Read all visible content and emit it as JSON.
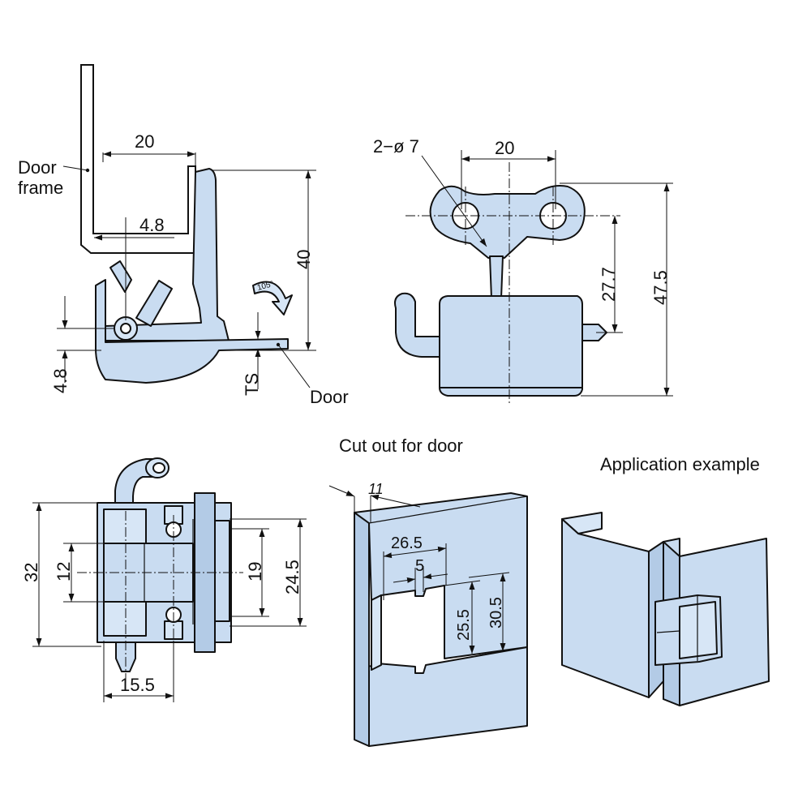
{
  "top_left_view": {
    "labels": {
      "door_frame_line1": "Door",
      "door_frame_line2": "frame",
      "door": "Door"
    },
    "dims": {
      "width": "20",
      "offset": "4.8",
      "height": "40",
      "bottom_offset": "4.8",
      "thickness": "TS",
      "angle": "105°"
    }
  },
  "top_right_view": {
    "dims": {
      "holes": "2−ø 7",
      "pitch": "20",
      "hole_height": "27.7",
      "overall_height": "47.5"
    }
  },
  "bottom_left_view": {
    "dims": {
      "overall_height": "32",
      "inner_height": "12",
      "slot_height": "19",
      "flange_height": "24.5",
      "width": "15.5"
    }
  },
  "cutout_view": {
    "title": "Cut out for door",
    "dims": {
      "depth": "11",
      "width": "26.5",
      "notch": "5",
      "cut_height": "25.5",
      "total_height": "30.5"
    }
  },
  "application_view": {
    "title": "Application example"
  },
  "colors": {
    "part_fill": "#c9dcf1",
    "line": "#111111",
    "background": "#ffffff"
  }
}
